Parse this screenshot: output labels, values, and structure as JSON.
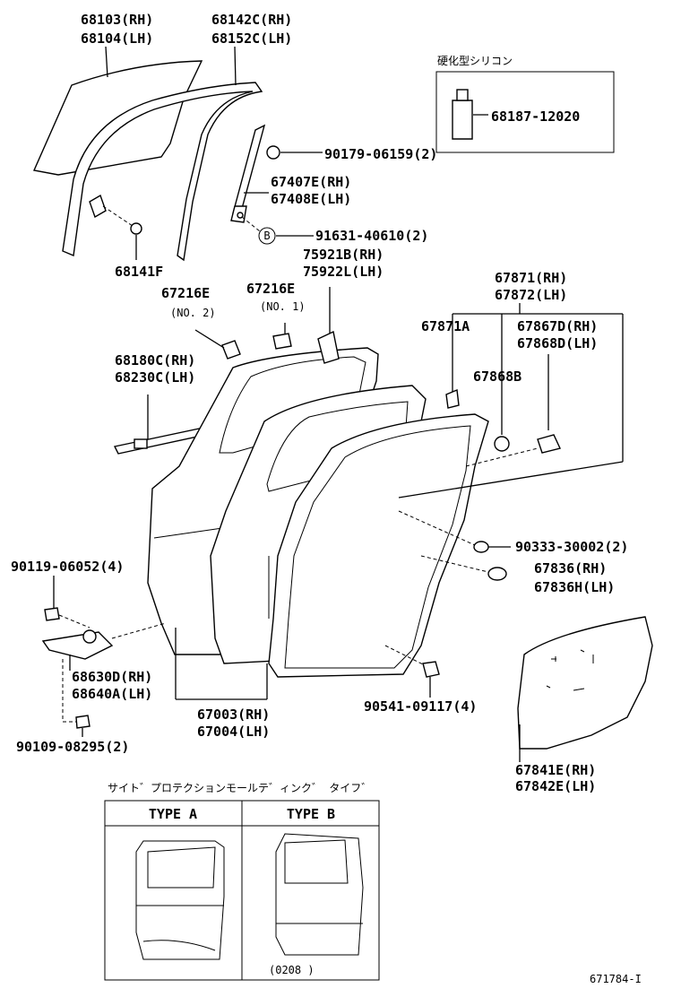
{
  "labels": {
    "p68103": "68103(RH)",
    "p68104": "68104(LH)",
    "p68142C": "68142C(RH)",
    "p68152C": "68152C(LH)",
    "sealant_title": "硬化型シリコン",
    "p68187": "68187-12020",
    "p90179": "90179-06159(2)",
    "p67407E": "67407E(RH)",
    "p67408E": "67408E(LH)",
    "bubble_b": "B",
    "p91631": "91631-40610(2)",
    "p68141F": "68141F",
    "p75921B": "75921B(RH)",
    "p75922L": "75922L(LH)",
    "p67216E_a": "67216E",
    "no2": "(NO. 2)",
    "p67216E_b": "67216E",
    "no1": "(NO. 1)",
    "p67871": "67871(RH)",
    "p67872": "67872(LH)",
    "p67871A": "67871A",
    "p67867D": "67867D(RH)",
    "p67868D": "67868D(LH)",
    "p67868B": "67868B",
    "p68180C": "68180C(RH)",
    "p68230C": "68230C(LH)",
    "p90333": "90333-30002(2)",
    "p67836": "67836(RH)",
    "p67836H": "67836H(LH)",
    "p90119": "90119-06052(4)",
    "p68630D": "68630D(RH)",
    "p68640A": "68640A(LH)",
    "p67003": "67003(RH)",
    "p67004": "67004(LH)",
    "p90541": "90541-09117(4)",
    "p90109": "90109-08295(2)",
    "p67841E": "67841E(RH)",
    "p67842E": "67842E(LH)",
    "side_protection_title": "サイト゛プロテクションモールテ゛ィンク゛ タイフ゛",
    "type_a": "TYPE A",
    "type_b": "TYPE B",
    "type_b_date": "(0208     )",
    "diagram_code": "671784-I"
  }
}
